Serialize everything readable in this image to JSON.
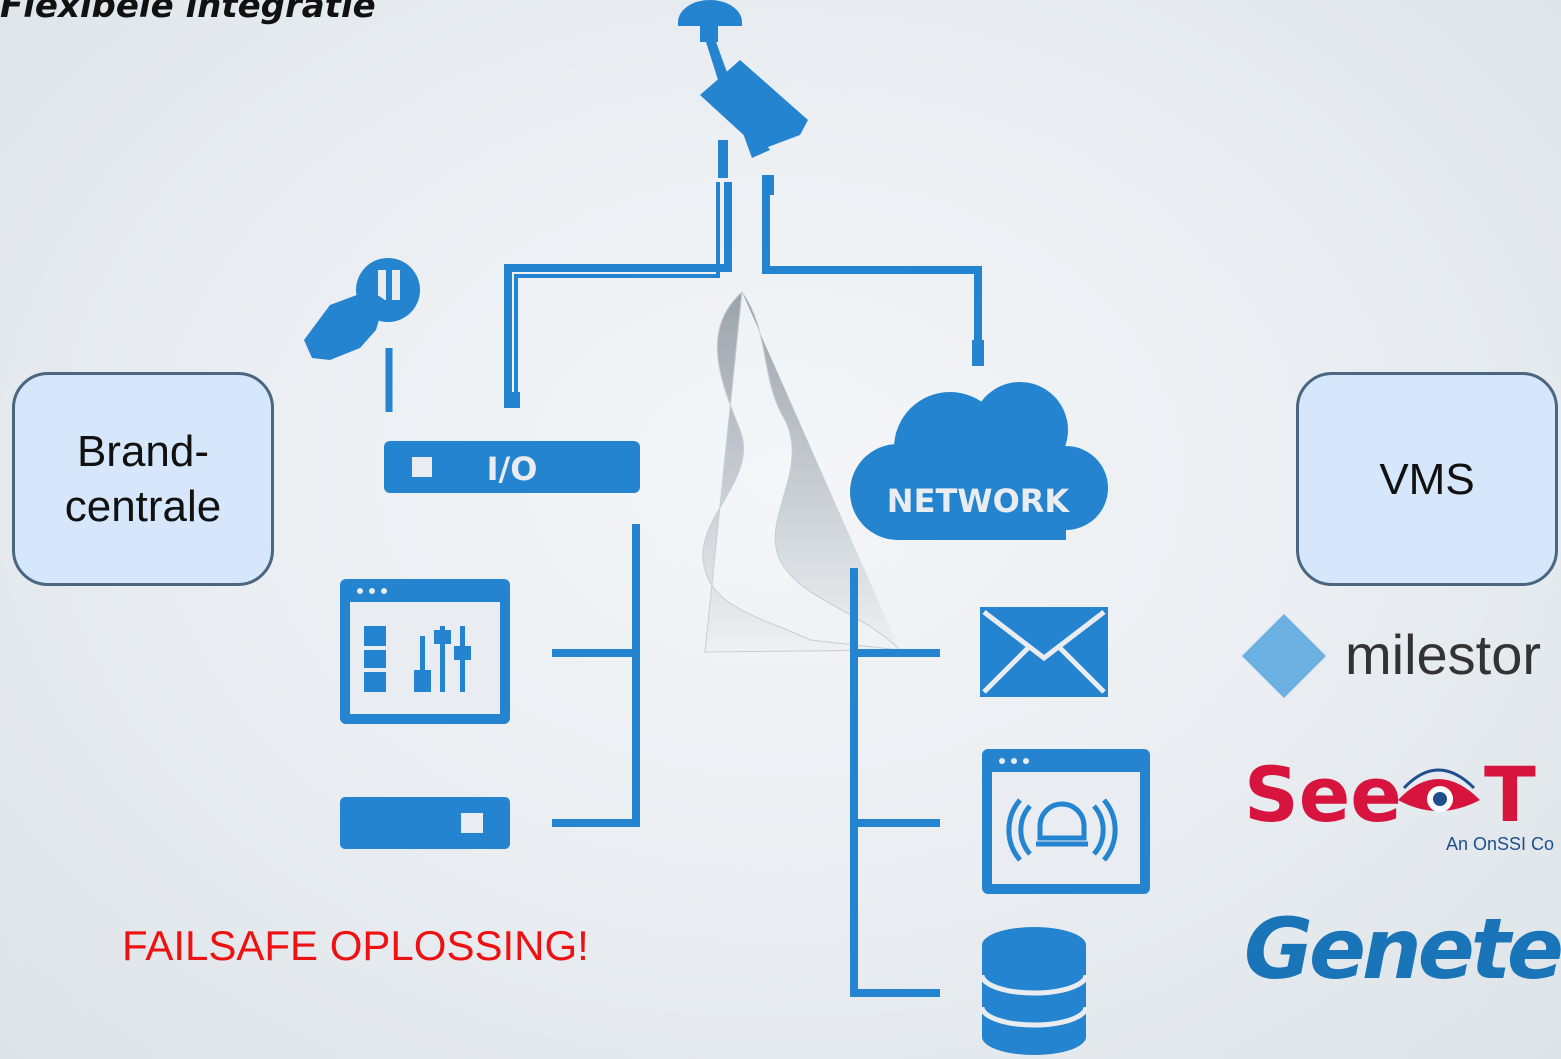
{
  "title": "Flexibele integratie",
  "left_box": {
    "line1": "Brand-",
    "line2": "centrale"
  },
  "right_box": {
    "label": "VMS"
  },
  "io_label": "I/O",
  "network_label": "NETWORK",
  "failsafe": "FAILSAFE OPLOSSING!",
  "logos": {
    "milestone": "milestor",
    "seetec": "See",
    "seetec_t": "T",
    "onssi": "An OnSSI Co",
    "genetec": "Genetec"
  },
  "colors": {
    "blue": "#2584cf",
    "red_text": "#ee1111",
    "box_fill": "#d6e6fb",
    "box_border": "#4a6680"
  },
  "icons": [
    "camera-icon",
    "hand-press-button-icon",
    "io-module-icon",
    "control-panel-icon",
    "device-box-icon",
    "cloud-network-icon",
    "mail-icon",
    "alarm-window-icon",
    "database-icon",
    "smoke-icon"
  ]
}
